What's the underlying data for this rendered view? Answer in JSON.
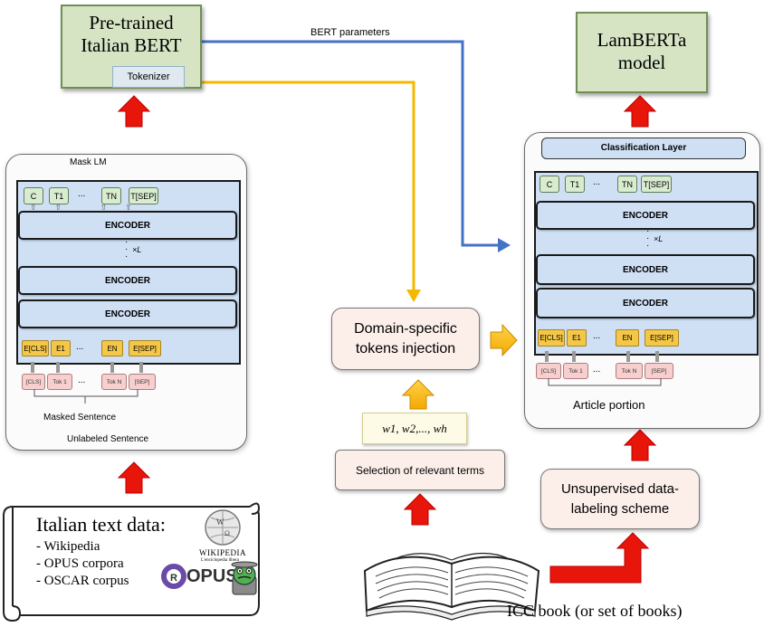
{
  "pretrained": {
    "title": "Pre-trained Italian BERT",
    "tokenizer": "Tokenizer"
  },
  "lamberta": {
    "title": "LamBERTa model"
  },
  "bert_parameters": "BERT parameters",
  "left_bert": {
    "mask_lm": "Mask LM",
    "outputs": [
      "C",
      "T1",
      "...",
      "TN",
      "T[SEP]"
    ],
    "encoder": "ENCODER",
    "xL": "×L",
    "embeddings": [
      "E[CLS]",
      "E1",
      "...",
      "EN",
      "E[SEP]"
    ],
    "inputs": [
      "[CLS]",
      "Tok 1",
      "...",
      "Tok N",
      "[SEP]"
    ],
    "masked_sentence": "Masked Sentence",
    "unlabeled_sentence": "Unlabeled Sentence"
  },
  "right_bert": {
    "classification_layer": "Classification Layer",
    "outputs": [
      "C",
      "T1",
      "...",
      "TN",
      "T[SEP]"
    ],
    "encoder": "ENCODER",
    "xL": "×L",
    "embeddings": [
      "E[CLS]",
      "E1",
      "...",
      "EN",
      "E[SEP]"
    ],
    "inputs": [
      "[CLS]",
      "Tok 1",
      "...",
      "Tok N",
      "[SEP]"
    ],
    "article_portion": "Article portion"
  },
  "injection": "Domain-specific tokens injection",
  "terms": "w1, w2,..., wh",
  "selection": "Selection of relevant terms",
  "unsupervised": "Unsupervised data-labeling scheme",
  "icc_book": "ICC book (or set of books)",
  "italian_data": {
    "title": "Italian text data:",
    "items": [
      "- Wikipedia",
      "- OPUS corpora",
      "- OSCAR corpus"
    ],
    "wikipedia_logo": "Wikipedia",
    "wikipedia_sub": "L'enciclopedia libera",
    "opus_logo": "OPUS"
  },
  "colors": {
    "green_box": "#d6e4c4",
    "blue_line": "#4472c4",
    "yellow_line": "#f5b800",
    "red_arrow": "#e8150b"
  }
}
